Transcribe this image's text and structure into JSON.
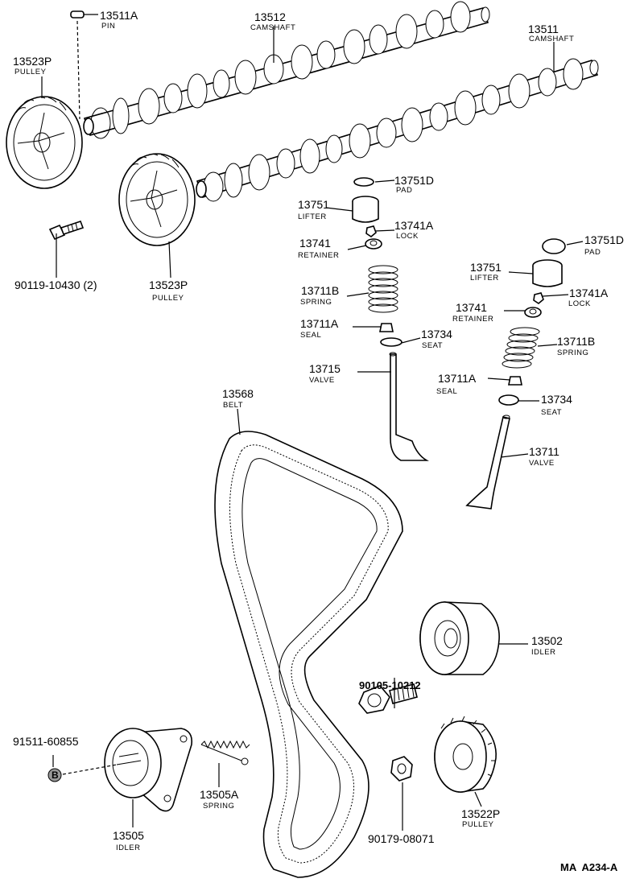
{
  "parts": [
    {
      "id": "p13511A",
      "number": "13511A",
      "name": "PIN"
    },
    {
      "id": "p13512",
      "number": "13512",
      "name": "CAMSHAFT"
    },
    {
      "id": "p13511",
      "number": "13511",
      "name": "CAMSHAFT"
    },
    {
      "id": "p13523P_a",
      "number": "13523P",
      "name": "PULLEY"
    },
    {
      "id": "p13523P_b",
      "number": "13523P",
      "name": "PULLEY"
    },
    {
      "id": "p90119",
      "number": "90119-10430 (2)",
      "name": ""
    },
    {
      "id": "p13751D_a",
      "number": "13751D",
      "name": "PAD"
    },
    {
      "id": "p13751_a",
      "number": "13751",
      "name": "LIFTER"
    },
    {
      "id": "p13741A_a",
      "number": "13741A",
      "name": "LOCK"
    },
    {
      "id": "p13741_a",
      "number": "13741",
      "name": "RETAINER"
    },
    {
      "id": "p13711B_a",
      "number": "13711B",
      "name": "SPRING"
    },
    {
      "id": "p13711A_a",
      "number": "13711A",
      "name": "SEAL"
    },
    {
      "id": "p13734_a",
      "number": "13734",
      "name": "SEAT"
    },
    {
      "id": "p13715",
      "number": "13715",
      "name": "VALVE"
    },
    {
      "id": "p13751D_b",
      "number": "13751D",
      "name": "PAD"
    },
    {
      "id": "p13751_b",
      "number": "13751",
      "name": "LIFTER"
    },
    {
      "id": "p13741A_b",
      "number": "13741A",
      "name": "LOCK"
    },
    {
      "id": "p13741_b",
      "number": "13741",
      "name": "RETAINER"
    },
    {
      "id": "p13711B_b",
      "number": "13711B",
      "name": "SPRING"
    },
    {
      "id": "p13711A_b",
      "number": "13711A",
      "name": "SEAL"
    },
    {
      "id": "p13734_b",
      "number": "13734",
      "name": "SEAT"
    },
    {
      "id": "p13711",
      "number": "13711",
      "name": "VALVE"
    },
    {
      "id": "p13568",
      "number": "13568",
      "name": "BELT"
    },
    {
      "id": "p13502",
      "number": "13502",
      "name": "IDLER"
    },
    {
      "id": "p90105",
      "number": "90105-10212",
      "name": ""
    },
    {
      "id": "p91511",
      "number": "91511-60855",
      "name": ""
    },
    {
      "id": "p13505A",
      "number": "13505A",
      "name": "SPRING"
    },
    {
      "id": "p13505",
      "number": "13505",
      "name": "IDLER"
    },
    {
      "id": "p90179",
      "number": "90179-08071",
      "name": ""
    },
    {
      "id": "p13522P",
      "number": "13522P",
      "name": "PULLEY"
    }
  ],
  "ref_marker": "B",
  "figure_code": "MA  A234-A"
}
